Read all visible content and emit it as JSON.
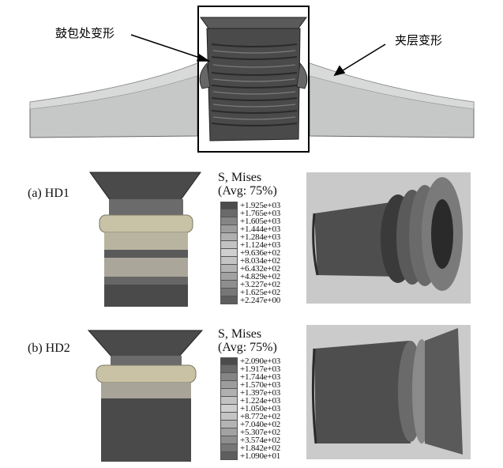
{
  "top_annotations": {
    "left": "鼓包处变形",
    "right": "夹层变形"
  },
  "cases": [
    {
      "label": "(a)  HD1",
      "legend_title": [
        "S, Mises",
        "(Avg: 75%)"
      ],
      "legend_values": [
        "+1.925e+03",
        "+1.765e+03",
        "+1.605e+03",
        "+1.444e+03",
        "+1.284e+03",
        "+1.124e+03",
        "+9.636e+02",
        "+8.034e+02",
        "+6.432e+02",
        "+4.829e+02",
        "+3.227e+02",
        "+1.625e+02",
        "+2.247e+00"
      ]
    },
    {
      "label": "(b)  HD2",
      "legend_title": [
        "S, Mises",
        "(Avg: 75%)"
      ],
      "legend_values": [
        "+2.090e+03",
        "+1.917e+03",
        "+1.744e+03",
        "+1.570e+03",
        "+1.397e+03",
        "+1.224e+03",
        "+1.050e+03",
        "+8.772e+02",
        "+7.040e+02",
        "+5.307e+02",
        "+3.574e+02",
        "+1.842e+02",
        "+1.090e+01"
      ]
    }
  ],
  "legend_colors": [
    "#4c4c4c",
    "#6a6a6a",
    "#858585",
    "#9c9c9c",
    "#b0b0b0",
    "#c2c2c2",
    "#cfcfcf",
    "#c4c4c4",
    "#b4b4b4",
    "#a2a2a2",
    "#8e8e8e",
    "#777777",
    "#5e5e5e"
  ]
}
